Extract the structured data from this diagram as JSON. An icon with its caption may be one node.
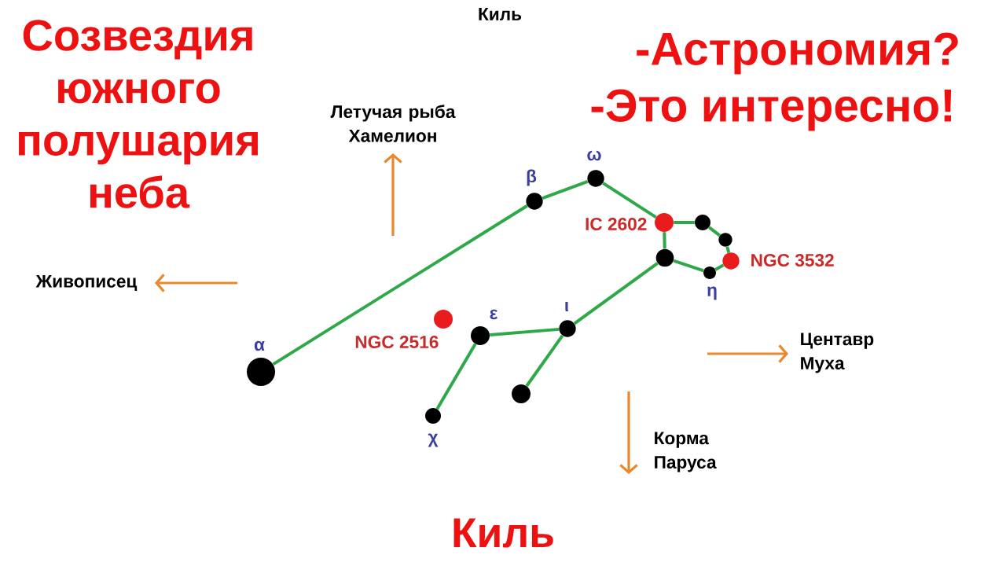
{
  "diagram": {
    "title": "Созвездия южного полушария неба",
    "nodes": [
      {
        "text": [],
        "shape": "circle",
        "beside": [
          "α"
        ]
      },
      {
        "text": [],
        "shape": "circle",
        "beside": [
          "β"
        ]
      },
      {
        "text": [],
        "shape": "circle",
        "beside": [
          "ω"
        ]
      },
      {
        "text": [],
        "shape": "circle",
        "beside": [
          "IC 2602"
        ]
      },
      {
        "text": [],
        "shape": "circle"
      },
      {
        "text": [],
        "shape": "circle"
      },
      {
        "text": [],
        "shape": "circle",
        "beside": [
          "NGC 3532"
        ]
      },
      {
        "text": [],
        "shape": "circle",
        "beside": [
          "η"
        ]
      },
      {
        "text": [],
        "shape": "circle"
      },
      {
        "text": [],
        "shape": "circle",
        "beside": [
          "ι"
        ]
      },
      {
        "text": [],
        "shape": "circle",
        "beside": [
          "ε"
        ]
      },
      {
        "text": [],
        "shape": "circle",
        "beside": [
          "χ"
        ]
      },
      {
        "text": [],
        "shape": "circle"
      },
      {
        "text": [],
        "shape": "circle",
        "beside": [
          "NGC 2516"
        ]
      }
    ],
    "edges": [
      {
        "from": 0,
        "to": 1,
        "arrow": "none"
      },
      {
        "from": 1,
        "to": 2,
        "arrow": "none"
      },
      {
        "from": 2,
        "to": 3,
        "arrow": "none"
      },
      {
        "from": 3,
        "to": 4,
        "arrow": "none"
      },
      {
        "from": 4,
        "to": 5,
        "arrow": "none"
      },
      {
        "from": 5,
        "to": 6,
        "arrow": "none"
      },
      {
        "from": 6,
        "to": 7,
        "arrow": "none"
      },
      {
        "from": 7,
        "to": 8,
        "arrow": "none"
      },
      {
        "from": 8,
        "to": 3,
        "arrow": "none"
      },
      {
        "from": 8,
        "to": 9,
        "arrow": "none"
      },
      {
        "from": 9,
        "to": 10,
        "arrow": "none"
      },
      {
        "from": 10,
        "to": 11,
        "arrow": "none"
      },
      {
        "from": 9,
        "to": 12,
        "arrow": "none"
      }
    ],
    "labels": [
      "Киль",
      "-Астрономия?",
      "-Это интересно!",
      "Летучая рыба Хамелион",
      "Живописец",
      "Центавр Муха",
      "Корма Паруса",
      "Киль"
    ]
  }
}
